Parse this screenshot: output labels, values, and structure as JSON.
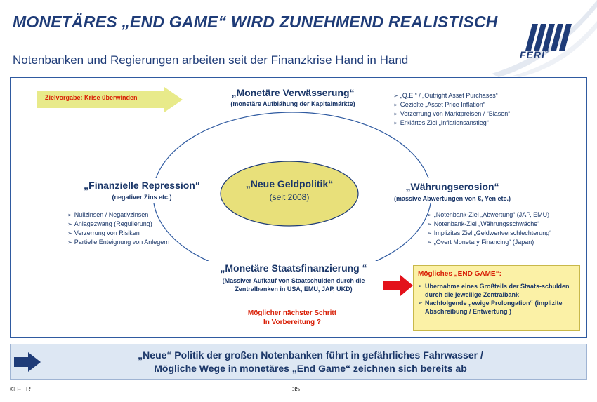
{
  "header": {
    "title": "MONETÄRES „END GAME“ WIRD ZUNEHMEND REALISTISCH",
    "subtitle": "Notenbanken und Regierungen arbeiten seit der Finanzkrise Hand in Hand",
    "logo_text": "FERI",
    "logo_reg": "®"
  },
  "colors": {
    "brand": "#1f3c78",
    "accent_red": "#d81e05",
    "goal_arrow": "#e8ea8a",
    "center_fill": "#e8e07a",
    "endgame_fill": "#fbf1a6",
    "conclusion_fill": "#dde7f3"
  },
  "goal": {
    "text": "Zielvorgabe: Krise überwinden"
  },
  "center": {
    "title": "„Neue Geldpolitik“",
    "subtitle": "(seit 2008)"
  },
  "top": {
    "title": "„Monetäre Verwässerung“",
    "subtitle": "(monetäre Aufblähung der Kapitalmärkte)",
    "bullets": [
      "„Q.E.“ / „Outright Asset Purchases“",
      "Gezielte „Asset Price Inflation“",
      "Verzerrung von Marktpreisen / “Blasen“",
      "Erklärtes Ziel „Inflationsanstieg“"
    ]
  },
  "left": {
    "title": "„Finanzielle Repression“",
    "subtitle": "(negativer Zins etc.)",
    "bullets": [
      "Nullzinsen / Negativzinsen",
      "Anlagezwang (Regulierung)",
      "Verzerrung von Risiken",
      "Partielle Enteignung von Anlegern"
    ]
  },
  "right": {
    "title": "„Währungserosion“",
    "subtitle": "(massive Abwertungen von €, Yen etc.)",
    "bullets": [
      "„Notenbank-Ziel „Abwertung“ (JAP, EMU)",
      "Notenbank-Ziel „Währungsschwäche“",
      "Implizites Ziel „Geldwertverschlechterung“",
      "„Overt Monetary Financing“ (Japan)"
    ]
  },
  "bottom": {
    "title": "„Monetäre Staatsfinanzierung “",
    "subtitle_line1": "(Massiver Aufkauf von Staatschulden durch die",
    "subtitle_line2": "Zentralbanken in USA, EMU, JAP, UKD)"
  },
  "endgame": {
    "title": "Mögliches „END GAME“:",
    "items": [
      "Übernahme eines Großteils der Staats-schulden durch die jeweilige Zentralbank",
      "Nachfolgende „ewige Prolongation“ (implizite Abschreibung / Entwertung )"
    ]
  },
  "next_step": {
    "line1": "Möglicher nächster Schritt",
    "line2": "In Vorbereitung ?"
  },
  "conclusion": {
    "line1": "„Neue“ Politik der großen Notenbanken führt in gefährliches Fahrwasser /",
    "line2": "Mögliche Wege in monetäres „End Game“ zeichnen sich bereits ab"
  },
  "footer": {
    "copyright": "© FERI",
    "page": "35"
  }
}
